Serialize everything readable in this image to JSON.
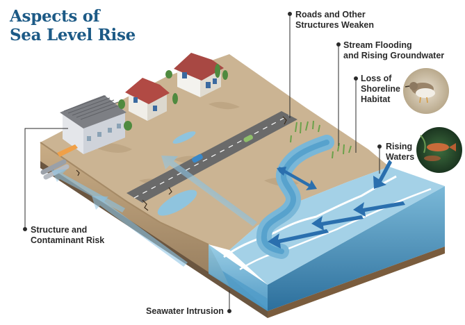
{
  "title": {
    "line1": "Aspects of",
    "line2": "Sea Level Rise"
  },
  "labels": {
    "roads": [
      "Roads and Other",
      "Structures Weaken"
    ],
    "stream": [
      "Stream Flooding",
      "and Rising Groundwater"
    ],
    "shoreline": [
      "Loss of",
      "Shoreline",
      "Habitat"
    ],
    "rising": [
      "Rising",
      "Waters"
    ],
    "structure": [
      "Structure and",
      "Contaminant Risk"
    ],
    "seawater": "Seawater Intrusion"
  },
  "colors": {
    "title": "#1c5a86",
    "water": "#6fb7d9",
    "deep_water": "#3f8fbf",
    "land": "#cdb696",
    "road": "#6a6a6a",
    "arrow": "#2f77b5",
    "soil": "#b79d7b"
  },
  "icons": [
    "bird-photo",
    "fish-photo",
    "house-icon",
    "warehouse-icon",
    "car-icon",
    "tree-icon",
    "pipe-icon",
    "crack-icon"
  ]
}
